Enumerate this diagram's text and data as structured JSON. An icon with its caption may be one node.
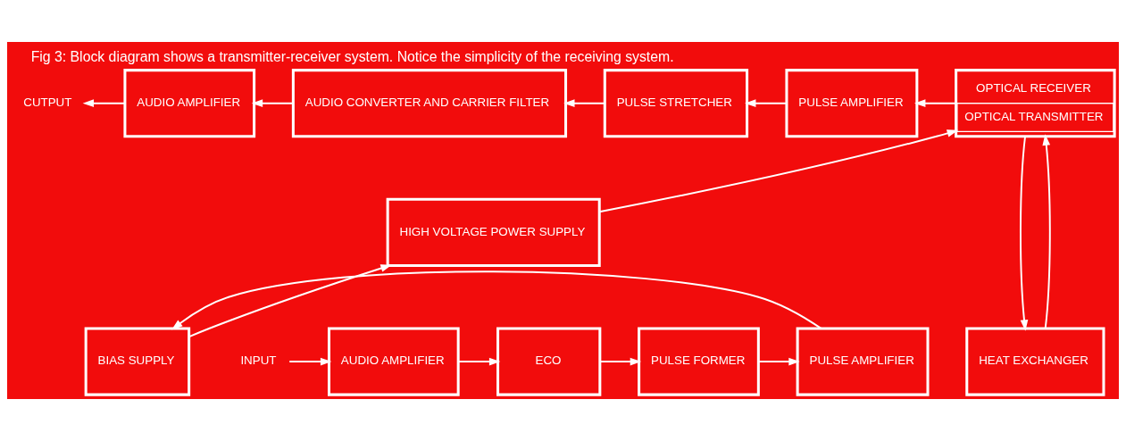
{
  "diagram": {
    "caption": "Fig 3: Block diagram shows a transmitter-receiver system. Notice the simplicity of the receiving system.",
    "nodes": [
      {
        "text": [
          "CUTPUT"
        ]
      },
      {
        "text": [
          "AUDIO AMPLIFIER"
        ]
      },
      {
        "text": [
          "AUDIO CONVERTER AND CARRIER FILTER"
        ]
      },
      {
        "text": [
          "PULSE STRETCHER"
        ]
      },
      {
        "text": [
          "PULSE AMPLIFIER"
        ]
      },
      {
        "text": [
          "OPTICAL RECEIVER",
          "OPTICAL TRANSMITTER"
        ]
      },
      {
        "text": [
          "HIGH VOLTAGE POWER SUPPLY"
        ]
      },
      {
        "text": [
          "INPUT"
        ]
      },
      {
        "text": [
          "AUDIO AMPLIFIER"
        ]
      },
      {
        "text": [
          "ECO"
        ]
      },
      {
        "text": [
          "PULSE FORMER"
        ]
      },
      {
        "text": [
          "PULSE AMPLIFIER"
        ]
      },
      {
        "text": [
          "BIAS SUPPLY"
        ]
      },
      {
        "text": [
          "HEAT EXCHANGER"
        ]
      }
    ],
    "edges": [
      {
        "from": 1,
        "to": 0,
        "arrow": "to"
      },
      {
        "from": 2,
        "to": 1,
        "arrow": "to"
      },
      {
        "from": 3,
        "to": 2,
        "arrow": "to"
      },
      {
        "from": 4,
        "to": 3,
        "arrow": "to"
      },
      {
        "from": 5,
        "to": 4,
        "arrow": "to"
      },
      {
        "from": 7,
        "to": 8,
        "arrow": "to"
      },
      {
        "from": 8,
        "to": 9,
        "arrow": "to"
      },
      {
        "from": 9,
        "to": 10,
        "arrow": "to"
      },
      {
        "from": 10,
        "to": 11,
        "arrow": "to"
      },
      {
        "from": 11,
        "to": 12,
        "arrow": "to"
      },
      {
        "from": 12,
        "to": 6,
        "arrow": "to"
      },
      {
        "from": 6,
        "to": 5,
        "arrow": "to"
      },
      {
        "from": 13,
        "to": 5,
        "arrow": "to"
      },
      {
        "from": 5,
        "to": 13,
        "arrow": "to"
      }
    ]
  }
}
